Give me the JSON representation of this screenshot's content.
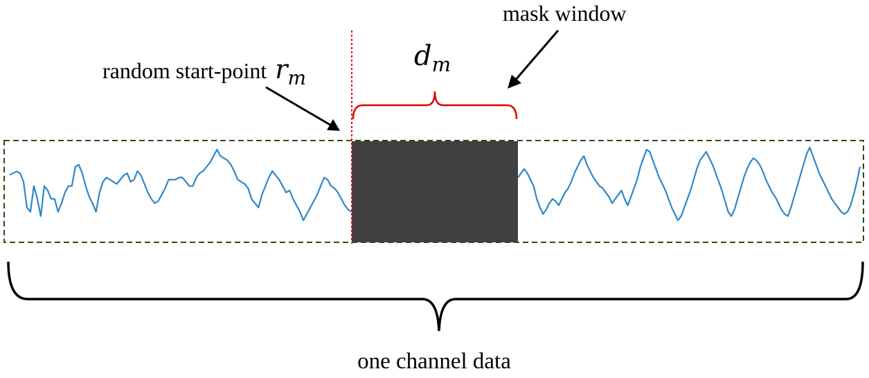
{
  "labels": {
    "mask_window": "mask window",
    "random_start": "random start-point",
    "r_symbol": "r",
    "r_subscript": "m",
    "d_symbol": "d",
    "d_subscript": "m",
    "channel": "one channel data"
  },
  "colors": {
    "signal": "#2e86c8",
    "mask_fill": "#404040",
    "frame_dash": "#2e4a12",
    "brace_mask": "#e00000",
    "start_line": "#e00000",
    "text": "#000000"
  },
  "signal": {
    "left_segment": [
      36,
      40,
      44,
      40,
      20,
      -40,
      -50,
      10,
      -20,
      -60,
      10,
      0,
      -20,
      -20,
      -50,
      -30,
      -5,
      10,
      10,
      55,
      60,
      40,
      10,
      -15,
      -30,
      -50,
      -5,
      20,
      30,
      25,
      20,
      15,
      25,
      35,
      40,
      20,
      25,
      45,
      35,
      15,
      -5,
      -20,
      -30,
      -25,
      -10,
      5,
      25,
      25,
      25,
      30,
      30,
      20,
      10,
      10,
      30,
      40,
      45,
      55,
      65,
      80,
      95,
      80,
      75,
      70,
      60,
      45,
      25,
      20,
      15,
      5,
      -20,
      -30,
      -40,
      -10,
      10,
      30,
      45,
      35,
      25,
      10,
      -5,
      0,
      -20,
      -35,
      -50,
      -70,
      -55,
      -40,
      -25,
      -10,
      10,
      30,
      25,
      10,
      5,
      -5,
      -20,
      -35,
      -45,
      -50
    ],
    "right_segment": [
      30,
      40,
      50,
      40,
      25,
      10,
      -20,
      -40,
      -55,
      -45,
      -30,
      -20,
      -25,
      -35,
      -20,
      -5,
      5,
      20,
      40,
      55,
      70,
      80,
      60,
      45,
      30,
      20,
      10,
      5,
      -5,
      -15,
      -30,
      -20,
      -10,
      0,
      -20,
      -35,
      -15,
      5,
      25,
      55,
      75,
      95,
      90,
      70,
      50,
      30,
      15,
      0,
      -20,
      -40,
      -55,
      -70,
      -60,
      -40,
      -20,
      0,
      25,
      50,
      70,
      80,
      90,
      75,
      60,
      40,
      20,
      0,
      -25,
      -50,
      -60,
      -45,
      -20,
      5,
      30,
      50,
      65,
      75,
      70,
      60,
      45,
      25,
      10,
      -5,
      -15,
      -30,
      -45,
      -55,
      -60,
      -40,
      -15,
      10,
      35,
      60,
      85,
      100,
      80,
      60,
      40,
      25,
      10,
      -5,
      -20,
      -30,
      -40,
      -50,
      -55,
      -50,
      -35,
      -10,
      20,
      55
    ]
  }
}
